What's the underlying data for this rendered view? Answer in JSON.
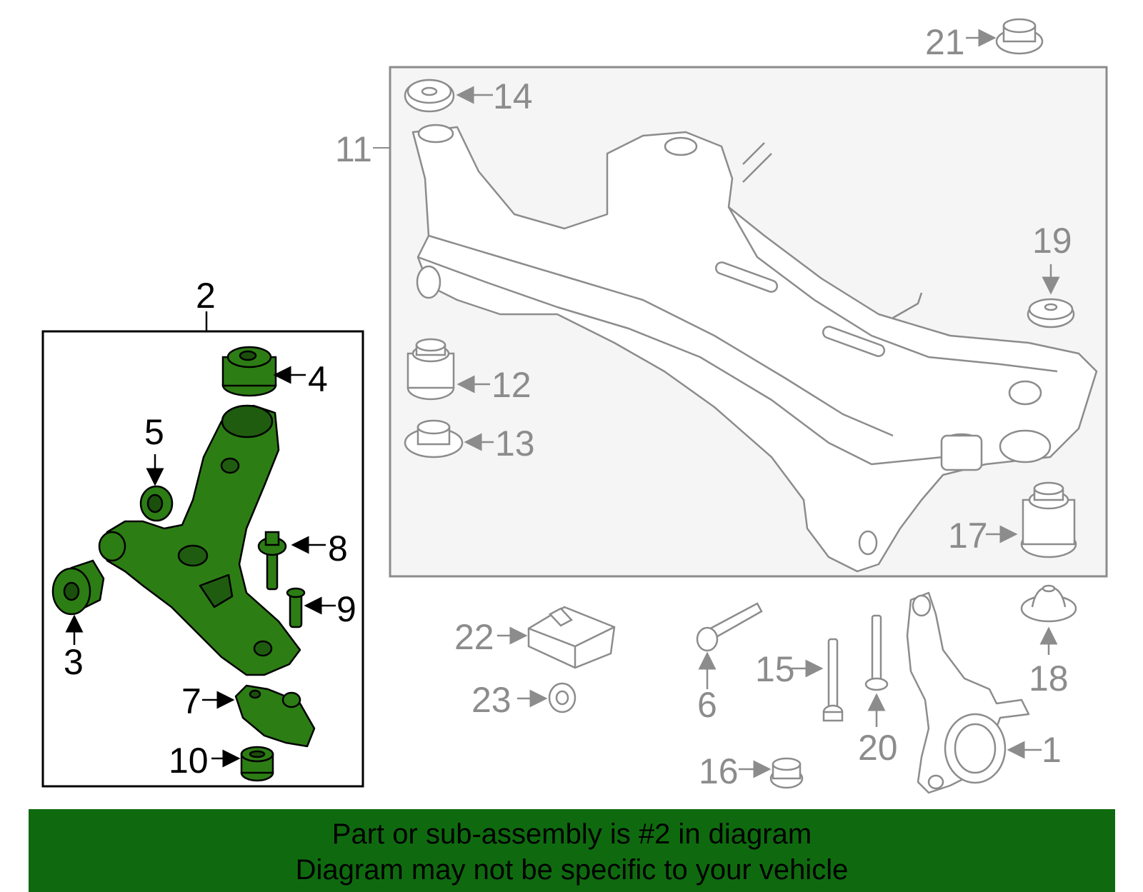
{
  "colors": {
    "highlight_green": "#2d7d15",
    "outline_gray": "#8c8c8c",
    "footer_green": "#0f6a0f",
    "subframe_box_fill": "#f5f5f5"
  },
  "parts": {
    "p1": "1",
    "p2": "2",
    "p3": "3",
    "p4": "4",
    "p5": "5",
    "p6": "6",
    "p7": "7",
    "p8": "8",
    "p9": "9",
    "p10": "10",
    "p11": "11",
    "p12": "12",
    "p13": "13",
    "p14": "14",
    "p15": "15",
    "p16": "16",
    "p17": "17",
    "p18": "18",
    "p19": "19",
    "p20": "20",
    "p21": "21",
    "p22": "22",
    "p23": "23"
  },
  "footer": {
    "line1": "Part or sub-assembly is #2 in diagram",
    "line2": "Diagram may not be specific to your vehicle"
  }
}
